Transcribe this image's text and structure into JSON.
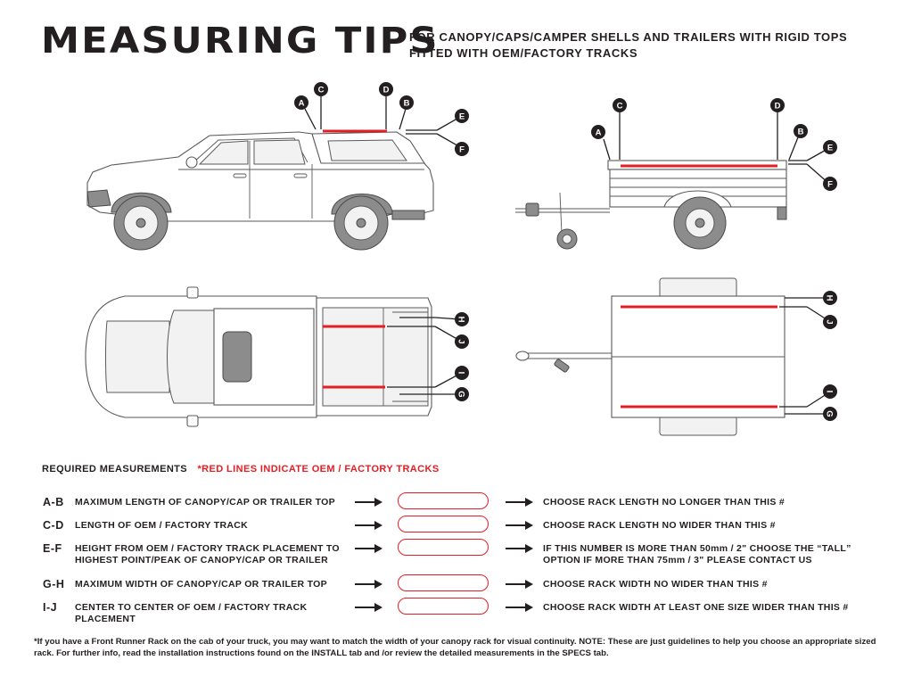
{
  "header": {
    "title": "MEASURING TIPS",
    "subtitle": "FOR CANOPY/CAPS/CAMPER SHELLS AND TRAILERS WITH RIGID TOPS FITTED WITH OEM/FACTORY TRACKS"
  },
  "labels": {
    "A": "A",
    "B": "B",
    "C": "C",
    "D": "D",
    "E": "E",
    "F": "F",
    "G": "G",
    "H": "H",
    "I": "I",
    "J": "J"
  },
  "required": {
    "heading": "REQUIRED MEASUREMENTS",
    "note": "*RED LINES INDICATE OEM / FACTORY TRACKS"
  },
  "measurements": [
    {
      "code": "A-B",
      "description": "MAXIMUM  LENGTH OF CANOPY/CAP OR TRAILER TOP",
      "result": "CHOOSE RACK LENGTH NO LONGER THAN THIS #"
    },
    {
      "code": "C-D",
      "description": "LENGTH OF OEM / FACTORY TRACK",
      "result": "CHOOSE RACK LENGTH NO WIDER THAN THIS #"
    },
    {
      "code": "E-F",
      "description": "HEIGHT FROM OEM / FACTORY TRACK PLACEMENT TO HIGHEST POINT/PEAK OF CANOPY/CAP OR TRAILER",
      "result": "IF THIS NUMBER IS MORE THAN 50mm / 2\" CHOOSE THE “TALL” OPTION IF MORE THAN 75mm / 3\" PLEASE CONTACT US"
    },
    {
      "code": "G-H",
      "description": "MAXIMUM  WIDTH OF CANOPY/CAP OR TRAILER TOP",
      "result": "CHOOSE RACK WIDTH NO WIDER THAN THIS #"
    },
    {
      "code": "I-J",
      "description": "CENTER TO CENTER OF OEM / FACTORY TRACK PLACEMENT",
      "result": "CHOOSE RACK WIDTH AT LEAST ONE SIZE WIDER THAN THIS #"
    }
  ],
  "footnote": "*If you have a Front Runner Rack on the cab of your truck, you may want to match the width of your canopy rack for visual continuity. NOTE: These are just guidelines to help you choose an appropriate sized rack. For further info, read the installation instructions found on the INSTALL tab and /or review the detailed measurements in the SPECS tab.",
  "colors": {
    "accent": "#e31e24",
    "ink": "#231f20",
    "line": "#555555"
  }
}
